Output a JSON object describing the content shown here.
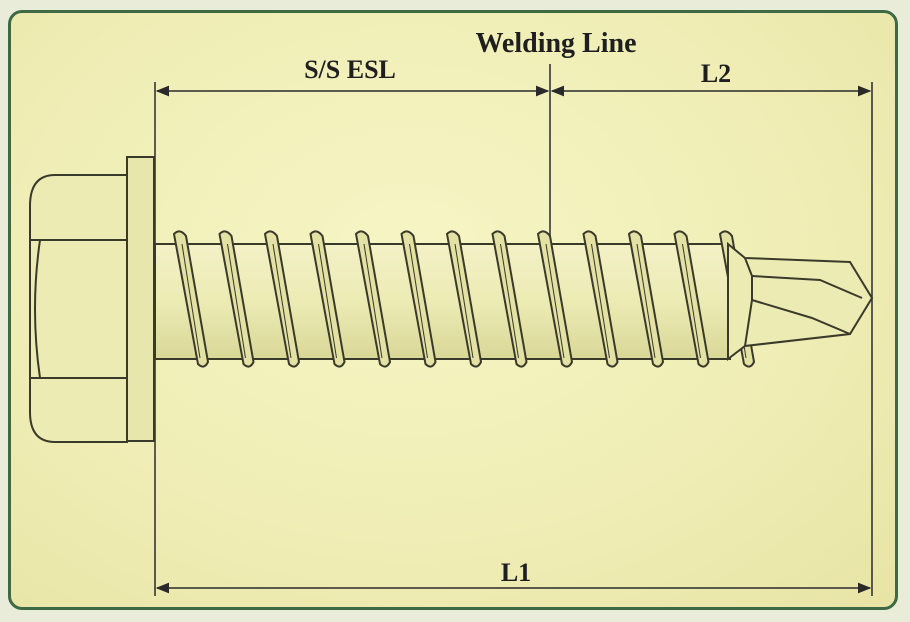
{
  "labels": {
    "ss_esl": "S/S ESL",
    "welding_line": "Welding Line",
    "l2": "L2",
    "l1": "L1"
  },
  "colors": {
    "background": "#f0eeb6",
    "border": "#3d6a45",
    "line": "#2a2a2a"
  }
}
